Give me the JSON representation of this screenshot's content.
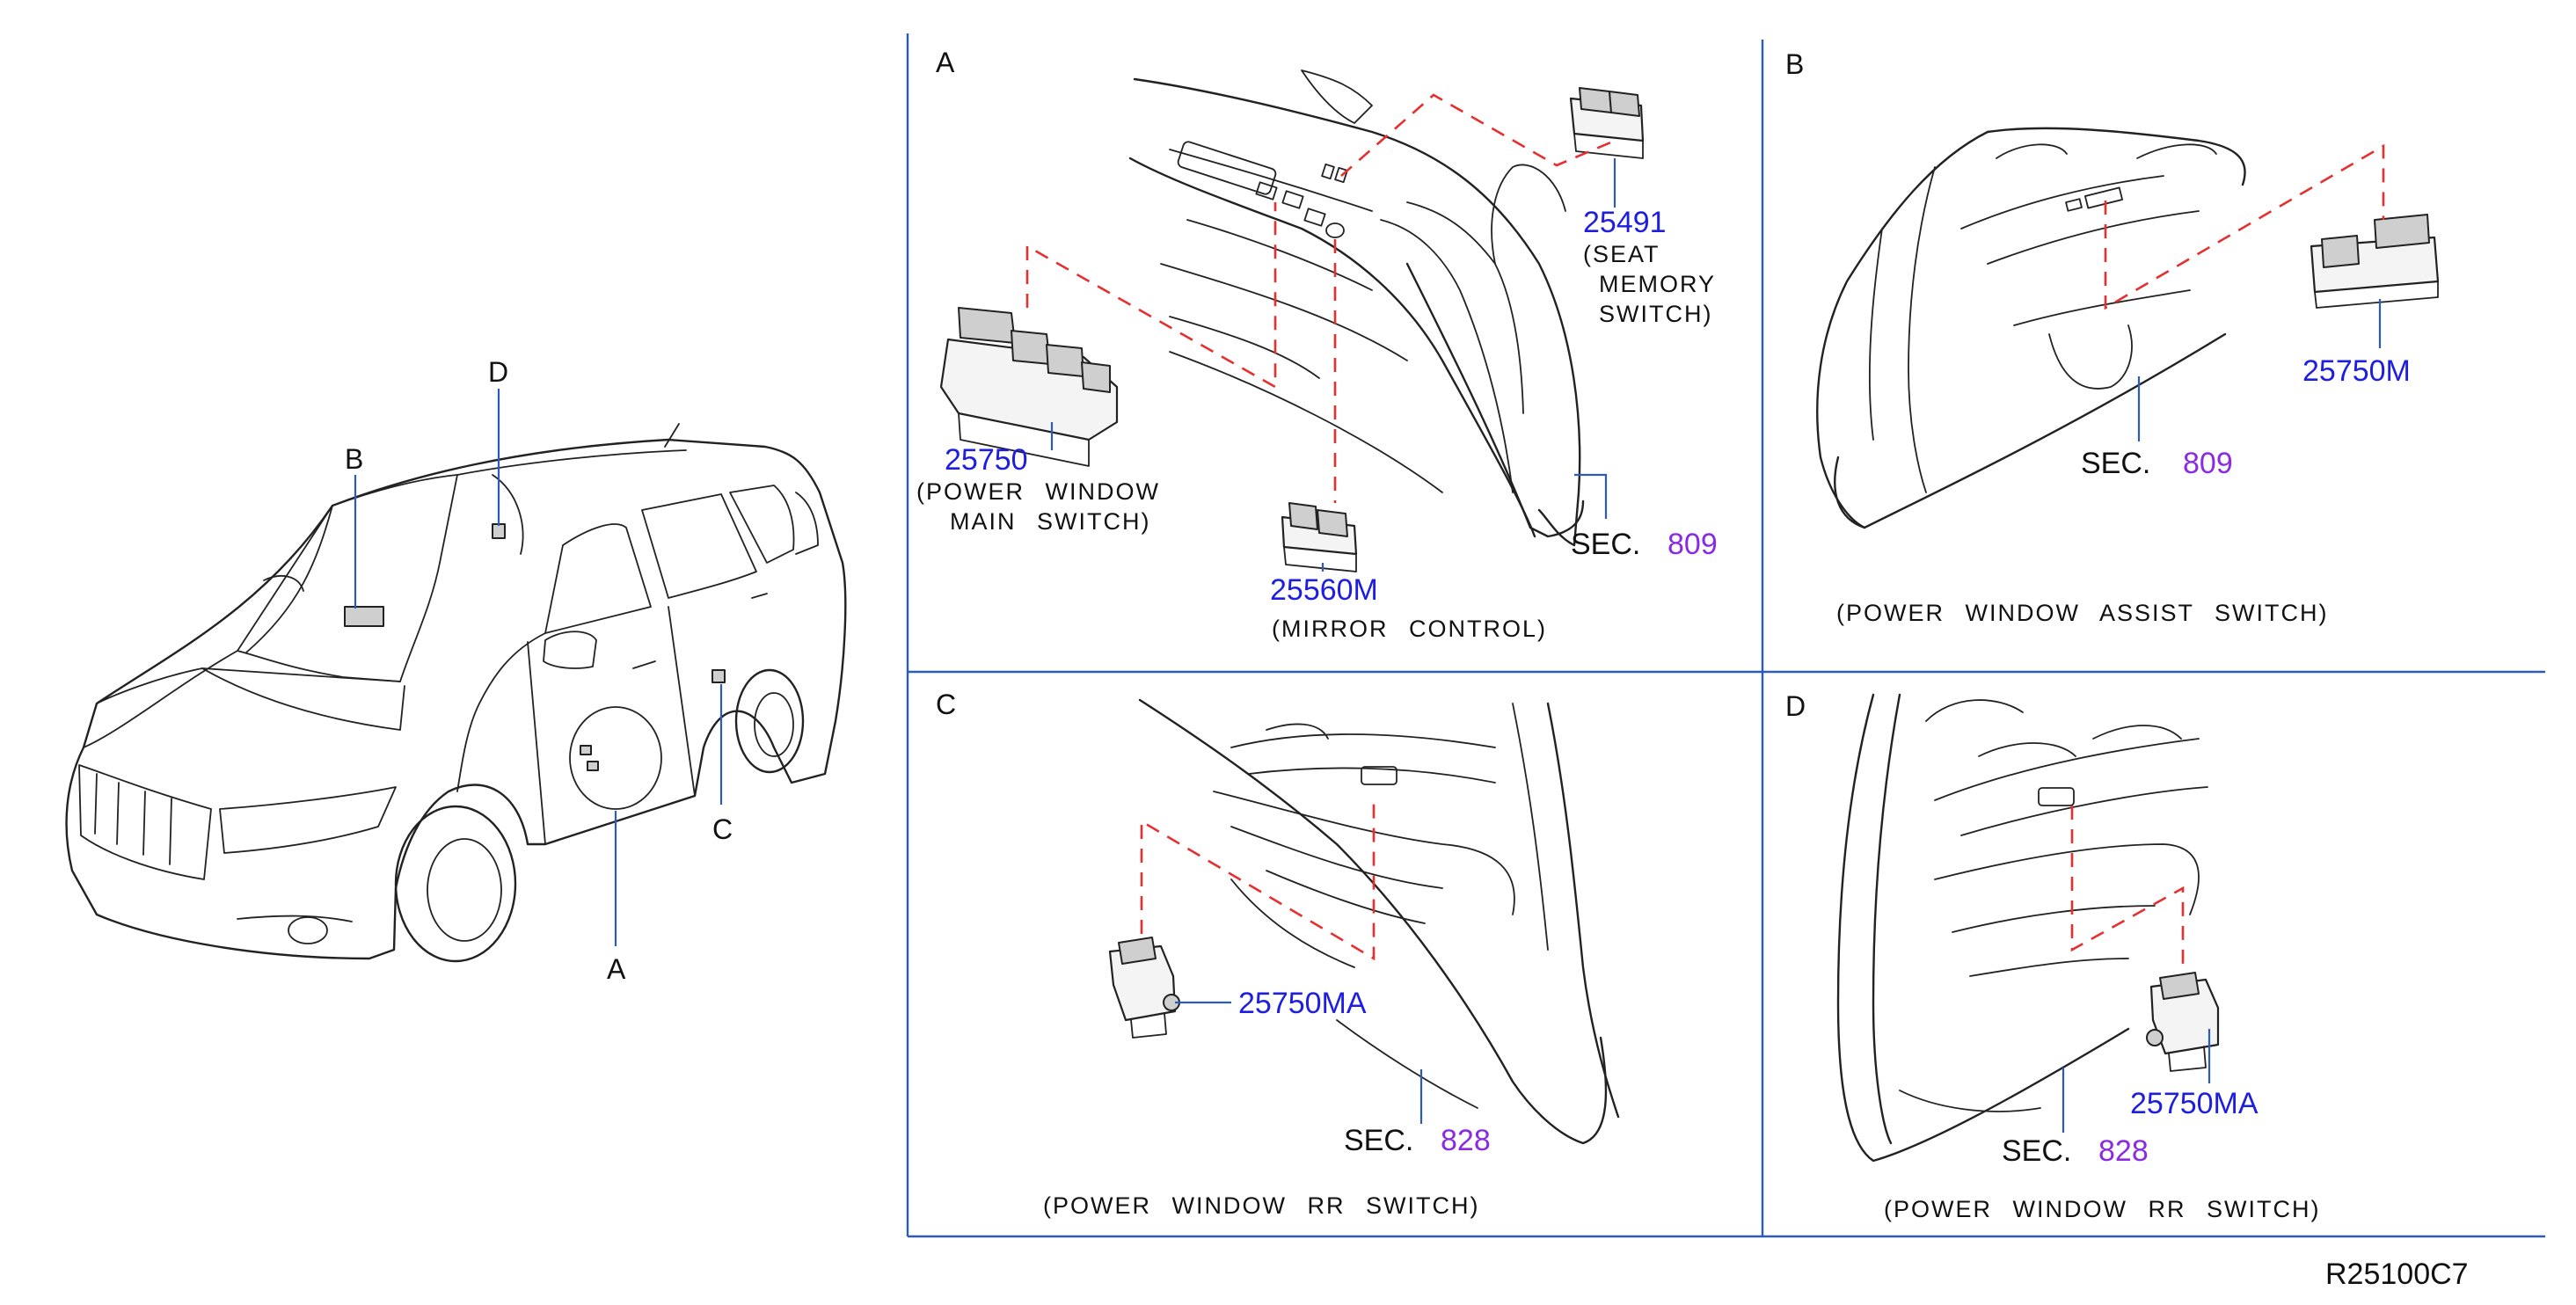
{
  "panels": {
    "a": {
      "label": "A"
    },
    "b": {
      "label": "B"
    },
    "c": {
      "label": "C"
    },
    "d": {
      "label": "D"
    }
  },
  "vehicle_callouts": {
    "a": "A",
    "b": "B",
    "c": "C",
    "d": "D"
  },
  "parts": {
    "main_switch": {
      "number": "25750",
      "desc_line1": "(POWER   WINDOW",
      "desc_line2": "MAIN   SWITCH)"
    },
    "seat_memory": {
      "number": "25491",
      "desc_line1": "(SEAT",
      "desc_line2": "MEMORY",
      "desc_line3": "SWITCH)"
    },
    "mirror_control": {
      "number": "25560M",
      "desc": "(MIRROR   CONTROL)"
    },
    "assist_switch": {
      "number": "25750M"
    },
    "rr_switch_c": {
      "number": "25750MA"
    },
    "rr_switch_d": {
      "number": "25750MA"
    }
  },
  "sections": {
    "a": {
      "prefix": "SEC.",
      "number": "809"
    },
    "b": {
      "prefix": "SEC.",
      "number": "809"
    },
    "c": {
      "prefix": "SEC.",
      "number": "828"
    },
    "d": {
      "prefix": "SEC.",
      "number": "828"
    }
  },
  "captions": {
    "b": "(POWER   WINDOW   ASSIST   SWITCH)",
    "c": "(POWER   WINDOW   RR   SWITCH)",
    "d": "(POWER   WINDOW   RR   SWITCH)"
  },
  "reference_code": "R25100C7",
  "colors": {
    "part_number": "#1e1ee0",
    "section_number": "#8a2be2",
    "frame": "#2a5bbd",
    "dashed_guide": "#e53030"
  }
}
